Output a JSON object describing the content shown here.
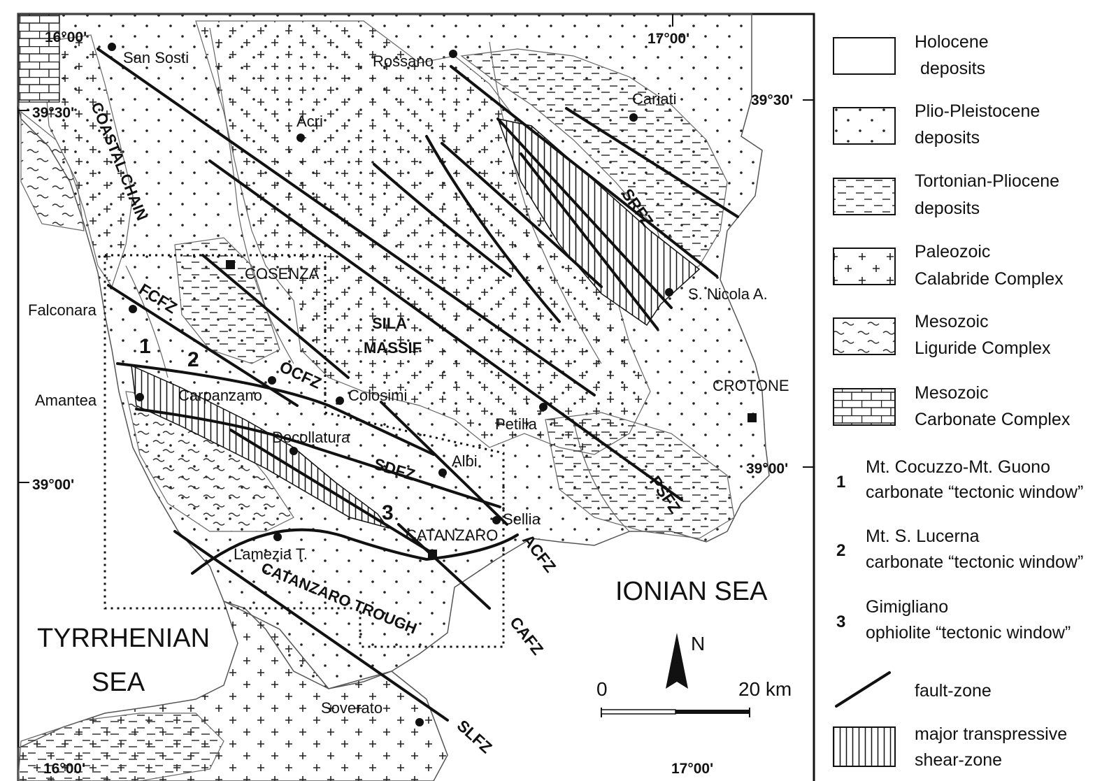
{
  "coords": {
    "lon_top_left": "16°00'",
    "lon_top_right": "17°00'",
    "lon_bottom_left": "16°00'",
    "lon_bottom_right": "17°00'",
    "lat_left_upper": "39°30'",
    "lat_left_lower": "39°00'",
    "lat_right_upper": "39°30'",
    "lat_right_lower": "39°00'"
  },
  "towns": {
    "san_sosti": "San Sosti",
    "rossano": "Rossano",
    "cariati": "Cariati",
    "acri": "Acri",
    "cosenza": "COSENZA",
    "falconara": "Falconara",
    "amantea": "Amantea",
    "carpanzano": "Carpanzano",
    "colosimi": "Colosimi",
    "decollatura": "Decollatura",
    "albi": "Albi",
    "sellia": "Sellia",
    "catanzaro": "CATANZARO",
    "lamezia": "Lamezia T.",
    "petilia": "Petilia",
    "crotone": "CROTONE",
    "s_nicola": "S. Nicola A.",
    "soverato": "Soverato"
  },
  "regions": {
    "coastal_chain": "COASTAL CHAIN",
    "sila_line1": "SILA",
    "sila_line2": "MASSIF",
    "catanzaro_trough": "CATANZARO TROUGH"
  },
  "fault_zones": {
    "fcfz": "FCFZ",
    "ocfz": "OCFZ",
    "sdfz": "SDFZ",
    "acfz": "ACFZ",
    "cafz": "CAFZ",
    "slfz": "SLFZ",
    "psfz": "PSFZ",
    "srfz": "SRFZ"
  },
  "window_numbers": {
    "one": "1",
    "two": "2",
    "three": "3"
  },
  "seas": {
    "tyrrhenian_line1": "TYRRHENIAN",
    "tyrrhenian_line2": "SEA",
    "ionian": "IONIAN SEA"
  },
  "scale": {
    "zero": "0",
    "max": "20 km",
    "north": "N"
  },
  "legend": [
    {
      "line1": "Holocene",
      "line2": "deposits"
    },
    {
      "line1": "Plio-Pleistocene",
      "line2": "deposits"
    },
    {
      "line1": "Tortonian-Pliocene",
      "line2": "deposits"
    },
    {
      "line1": "Paleozoic",
      "line2": "Calabride Complex"
    },
    {
      "line1": "Mesozoic",
      "line2": "Liguride Complex"
    },
    {
      "line1": "Mesozoic",
      "line2": "Carbonate Complex"
    },
    {
      "number": "1",
      "line1": "Mt. Cocuzzo-Mt. Guono",
      "line2": "carbonate “tectonic window”"
    },
    {
      "number": "2",
      "line1": "Mt. S. Lucerna",
      "line2": "carbonate “tectonic window”"
    },
    {
      "number": "3",
      "line1": "Gimigliano",
      "line2": "ophiolite “tectonic window”"
    },
    {
      "line1": "fault-zone"
    },
    {
      "line1": "major transpressive",
      "line2": "shear-zone"
    }
  ]
}
